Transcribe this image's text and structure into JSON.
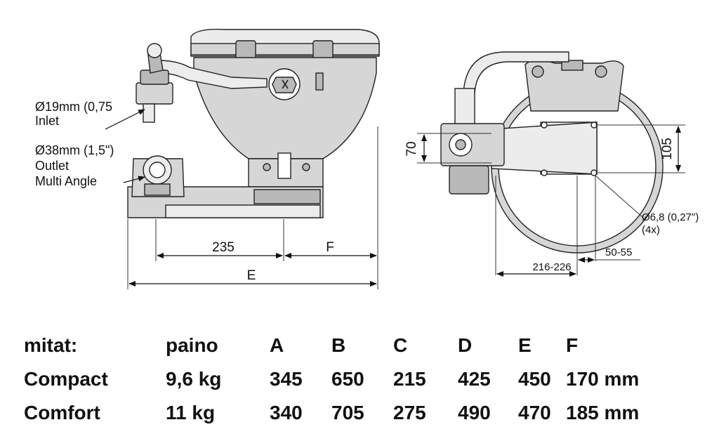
{
  "labels": {
    "inlet_line1": "Ø19mm (0,75",
    "inlet_line2": "Inlet",
    "outlet_line1": "Ø38mm (1,5\")",
    "outlet_line2": "Outlet",
    "outlet_line3": "Multi Angle",
    "dim_235": "235",
    "dim_F": "F",
    "dim_E": "E",
    "dim_70": "70",
    "dim_105": "105",
    "hole_line1": "Ø6,8 (0,27\")",
    "hole_line2": "(4x)",
    "dim_50_55": "50-55",
    "dim_216_226": "216-226"
  },
  "table": {
    "header": [
      "mitat:",
      "paino",
      "A",
      "B",
      "C",
      "D",
      "E",
      "F"
    ],
    "rows": [
      [
        "Compact",
        "9,6 kg",
        "345",
        "650",
        "215",
        "425",
        "450",
        "170 mm"
      ],
      [
        "Comfort",
        "11 kg",
        "340",
        "705",
        "275",
        "490",
        "470",
        "185 mm"
      ]
    ]
  }
}
